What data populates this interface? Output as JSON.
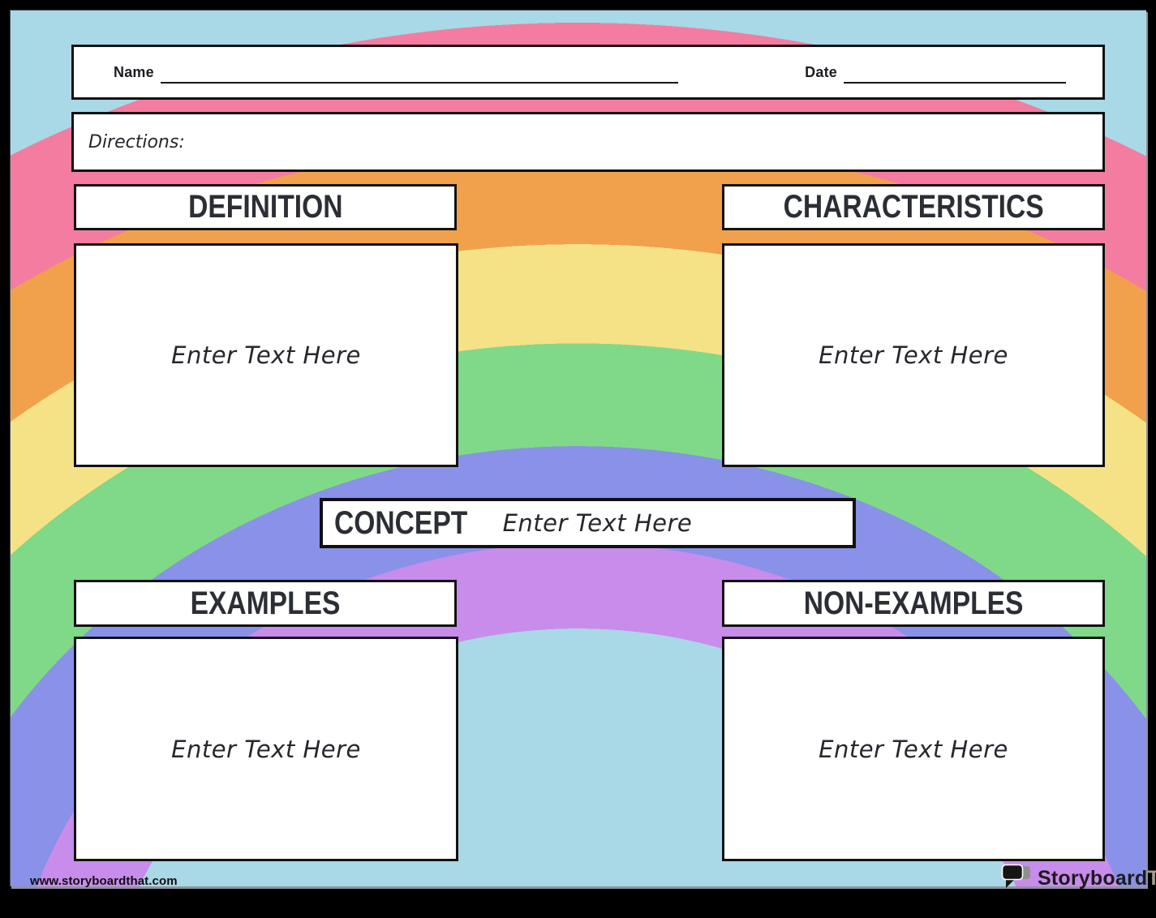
{
  "header": {
    "name_label": "Name",
    "date_label": "Date",
    "directions_label": "Directions:"
  },
  "sections": {
    "definition": {
      "title": "DEFINITION",
      "placeholder": "Enter Text Here"
    },
    "characteristics": {
      "title": "CHARACTERISTICS",
      "placeholder": "Enter Text Here"
    },
    "concept": {
      "title": "CONCEPT",
      "placeholder": "Enter Text Here"
    },
    "examples": {
      "title": "EXAMPLES",
      "placeholder": "Enter Text Here"
    },
    "non_examples": {
      "title": "NON-EXAMPLES",
      "placeholder": "Enter Text Here"
    }
  },
  "footer": {
    "website_url": "www.storyboardthat.com",
    "logo_primary": "Storyboard",
    "logo_secondary": "That"
  },
  "colors": {
    "sky": "#a9d8e6",
    "rainbow-pink": "#f47ca1",
    "rainbow-orange": "#f1a14b",
    "rainbow-yellow": "#f5e286",
    "rainbow-green": "#80d988",
    "rainbow-periwinkle": "#8991e8",
    "rainbow-violet": "#c88ceb",
    "frame-black": "#000000",
    "box-border": "#111111",
    "heading-text": "#2b2e35",
    "placeholder-text": "#25272c",
    "logo-gray": "#a59c8b"
  }
}
